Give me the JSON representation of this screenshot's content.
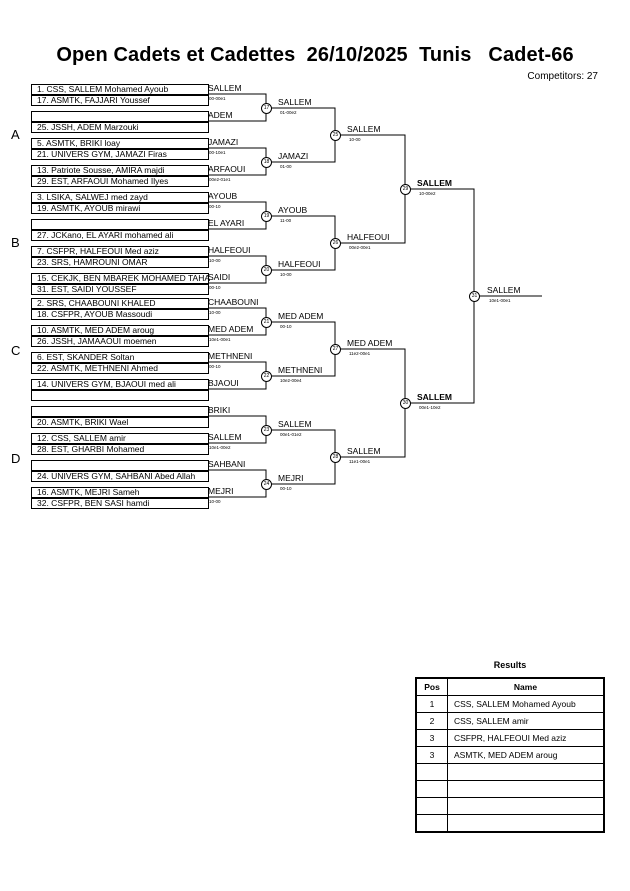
{
  "header": {
    "title": "Open Cadets et Cadettes  26/10/2025  Tunis   Cadet-66",
    "competitors": "Competitors: 27"
  },
  "entries": [
    "1. CSS, SALLEM Mohamed Ayoub",
    "17. ASMTK, FAJJARI Youssef",
    "",
    "25. JSSH, ADEM Marzouki",
    "5. ASMTK, BRIKI loay",
    "21. UNIVERS GYM, JAMAZI Firas",
    "13. Patriote Sousse, AMIRA majdi",
    "29. EST, ARFAOUI Mohamed Ilyes",
    "3. LSIKA, SALWEJ med zayd",
    "19. ASMTK, AYOUB mirawi",
    "",
    "27. JCKano, EL AYARI mohamed ali",
    "7. CSFPR, HALFEOUI Med aziz",
    "23. SRS, HAMROUNI OMAR",
    "15. CEKJK, BEN MBAREK MOHAMED TAHA",
    "31. EST, SAIDI YOUSSEF",
    "2. SRS, CHAABOUNI KHALED",
    "18. CSFPR, AYOUB Massoudi",
    "10. ASMTK, MED ADEM aroug",
    "26. JSSH, JAMAAOUI moemen",
    "6. EST, SKANDER Soltan",
    "22. ASMTK, METHNENI Ahmed",
    "14. UNIVERS GYM, BJAOUI med ali",
    "",
    "",
    "20. ASMTK, BRIKI Wael",
    "12. CSS, SALLEM amir",
    "28. EST, GHARBI Mohamed",
    "",
    "24. UNIVERS GYM, SAHBANI Abed Allah",
    "16. ASMTK, MEJRI Sameh",
    "32. CSFPR, BEN SASI hamdi"
  ],
  "pools": [
    "A",
    "B",
    "C",
    "D"
  ],
  "round1": [
    {
      "winner": "SALLEM",
      "score": "00-00e1"
    },
    {
      "winner": "ADEM",
      "score": ""
    },
    {
      "winner": "JAMAZI",
      "score": "00-10e1"
    },
    {
      "winner": "ARFAOUI",
      "score": "00e2-01e1"
    },
    {
      "winner": "AYOUB",
      "score": "00-10"
    },
    {
      "winner": "EL AYARI",
      "score": ""
    },
    {
      "winner": "HALFEOUI",
      "score": "10-00"
    },
    {
      "winner": "SAIDI",
      "score": "00-10"
    },
    {
      "winner": "CHAABOUNI",
      "score": "10-00"
    },
    {
      "winner": "MED ADEM",
      "score": "10e1-00e1"
    },
    {
      "winner": "METHNENI",
      "score": "00-10"
    },
    {
      "winner": "BJAOUI",
      "score": ""
    },
    {
      "winner": "BRIKI",
      "score": ""
    },
    {
      "winner": "SALLEM",
      "score": "10e1-00e2"
    },
    {
      "winner": "SAHBANI",
      "score": ""
    },
    {
      "winner": "MEJRI",
      "score": "10-00"
    }
  ],
  "round2": [
    {
      "num": "17",
      "winner": "SALLEM",
      "score": "01-00e2"
    },
    {
      "num": "18",
      "winner": "JAMAZI",
      "score": "01-00"
    },
    {
      "num": "19",
      "winner": "AYOUB",
      "score": "11-00"
    },
    {
      "num": "20",
      "winner": "HALFEOUI",
      "score": "10-00"
    },
    {
      "num": "21",
      "winner": "MED ADEM",
      "score": "00-10"
    },
    {
      "num": "22",
      "winner": "METHNENI",
      "score": "10e2-00e4"
    },
    {
      "num": "23",
      "winner": "SALLEM",
      "score": "00e1-01e2"
    },
    {
      "num": "24",
      "winner": "MEJRI",
      "score": "00-10"
    }
  ],
  "round3": [
    {
      "num": "25",
      "winner": "SALLEM",
      "score": "10-00"
    },
    {
      "num": "26",
      "winner": "HALFEOUI",
      "score": "00e2-00e1"
    },
    {
      "num": "27",
      "winner": "MED ADEM",
      "score": "11e2-00e1"
    },
    {
      "num": "28",
      "winner": "SALLEM",
      "score": "11e1-00e1"
    }
  ],
  "semis": [
    {
      "num": "29",
      "winner": "SALLEM",
      "score": "10-00e2"
    },
    {
      "num": "30",
      "winner": "SALLEM",
      "score": "00e1-10e2"
    }
  ],
  "final": {
    "num": "31",
    "winner": "SALLEM",
    "score": "10e1-00e1"
  },
  "results": {
    "title": "Results",
    "headers": [
      "Pos",
      "Name"
    ],
    "rows": [
      {
        "pos": "1",
        "name": "CSS, SALLEM Mohamed Ayoub"
      },
      {
        "pos": "2",
        "name": "CSS, SALLEM amir"
      },
      {
        "pos": "3",
        "name": "CSFPR, HALFEOUI Med aziz"
      },
      {
        "pos": "3",
        "name": "ASMTK, MED ADEM aroug"
      },
      {
        "pos": "",
        "name": ""
      },
      {
        "pos": "",
        "name": ""
      },
      {
        "pos": "",
        "name": ""
      },
      {
        "pos": "",
        "name": ""
      }
    ]
  }
}
